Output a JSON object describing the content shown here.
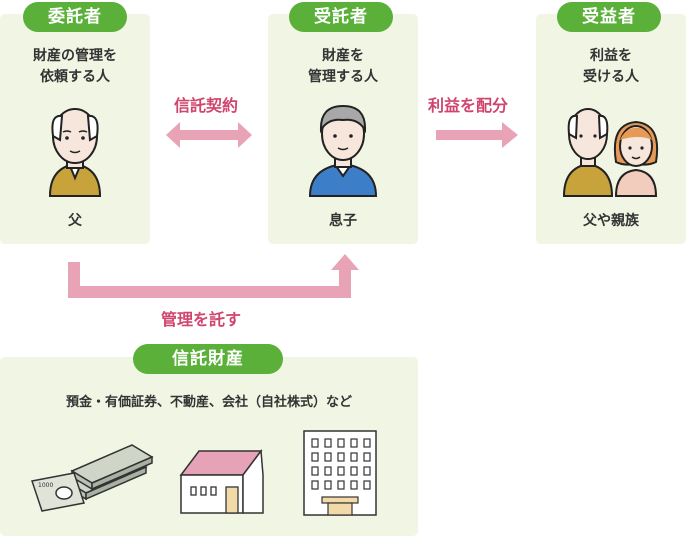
{
  "settlor": {
    "title": "委託者",
    "description": "財産の管理を\n依頼する人",
    "name": "父"
  },
  "trustee": {
    "title": "受託者",
    "description": "財産を\n管理する人",
    "name": "息子"
  },
  "beneficiary": {
    "title": "受益者",
    "description": "利益を\n受ける人",
    "name": "父や親族"
  },
  "arrows": {
    "contract": "信託契約",
    "distribution": "利益を配分",
    "entrust": "管理を託す"
  },
  "trust_property": {
    "title": "信託財産",
    "description": "預金・有価証券、不動産、会社（自社株式）など",
    "banknote_text": "1000"
  },
  "colors": {
    "green": "#5ab039",
    "panel": "#f1f5e4",
    "pink_arrow": "#e8a4b6",
    "pink_text": "#d0456e"
  }
}
